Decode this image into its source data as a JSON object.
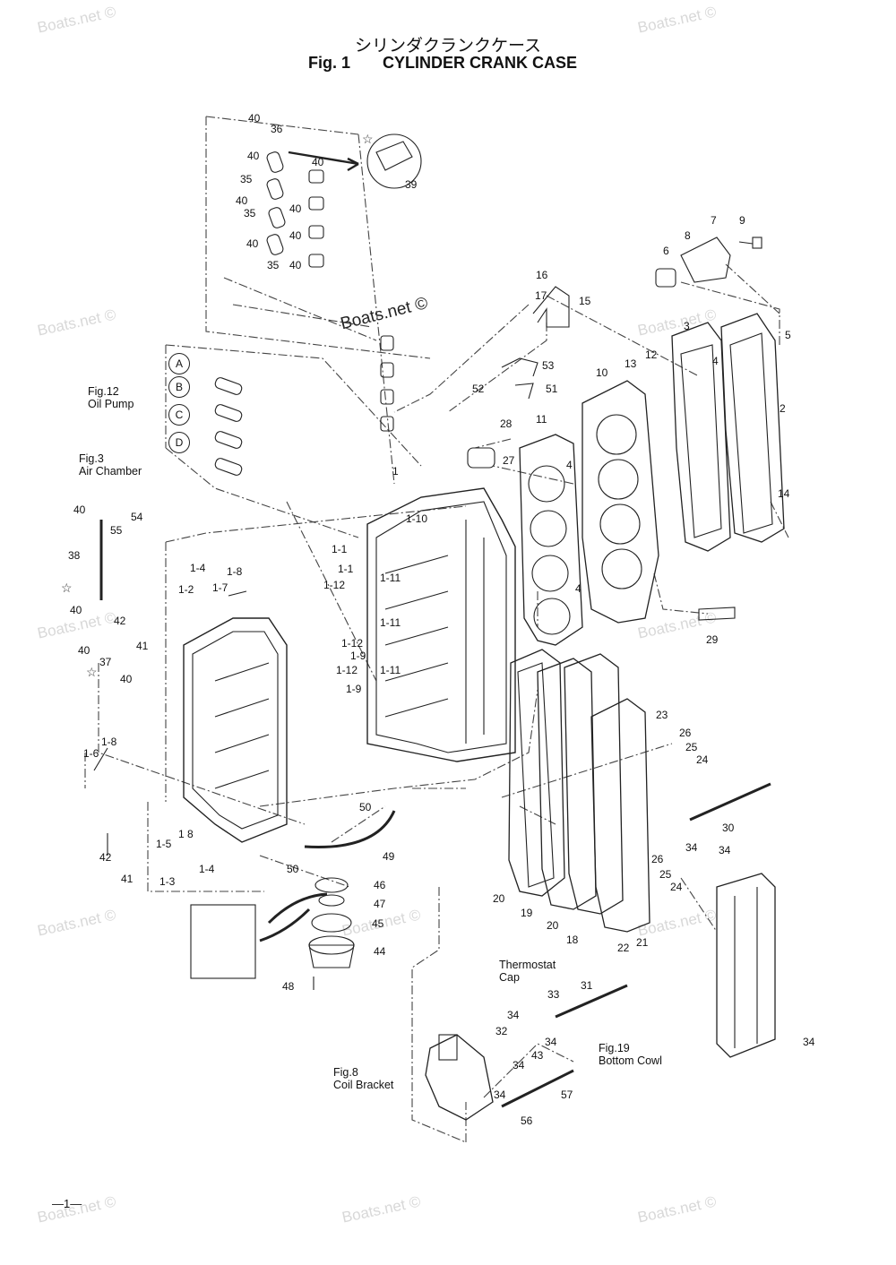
{
  "title_jp": "シリンダクランクケース",
  "fig_no": "Fig. 1",
  "fig_title": "CYLINDER CRANK CASE",
  "watermark": "Boats.net ©",
  "footer": "—1—",
  "refs": {
    "fig12_line1": "Fig.12",
    "fig12_line2": "Oil Pump",
    "fig3_line1": "Fig.3",
    "fig3_line2": "Air Chamber",
    "thermo_line1": "Thermostat",
    "thermo_line2": "Cap",
    "fig19_line1": "Fig.19",
    "fig19_line2": "Bottom Cowl",
    "fig8_line1": "Fig.8",
    "fig8_line2": "Coil Bracket"
  },
  "circle_refs": [
    "A",
    "B",
    "C",
    "D"
  ],
  "star": "☆",
  "callouts": [
    "40",
    "36",
    "40",
    "35",
    "40",
    "40",
    "35",
    "40",
    "40",
    "40",
    "35",
    "40",
    "39",
    "7",
    "9",
    "8",
    "6",
    "16",
    "17",
    "15",
    "3",
    "5",
    "13",
    "12",
    "10",
    "4",
    "2",
    "53",
    "52",
    "51",
    "28",
    "27",
    "11",
    "4",
    "4",
    "14",
    "1",
    "1-10",
    "1-1",
    "1-1",
    "1-12",
    "1-11",
    "1-11",
    "1-12",
    "1-9",
    "1-12",
    "1-11",
    "1-9",
    "29",
    "40",
    "54",
    "55",
    "38",
    "40",
    "42",
    "41",
    "1-4",
    "1-8",
    "1-2",
    "1-7",
    "40",
    "37",
    "40",
    "1-8",
    "1-6",
    "23",
    "26",
    "25",
    "24",
    "30",
    "50",
    "49",
    "50",
    "46",
    "47",
    "45",
    "44",
    "48",
    "42",
    "41",
    "1-5",
    "1 8",
    "1-4",
    "1-3",
    "34",
    "34",
    "26",
    "25",
    "24",
    "20",
    "19",
    "20",
    "18",
    "22",
    "21",
    "34",
    "31",
    "33",
    "34",
    "32",
    "34",
    "43",
    "34",
    "57",
    "34",
    "56"
  ]
}
